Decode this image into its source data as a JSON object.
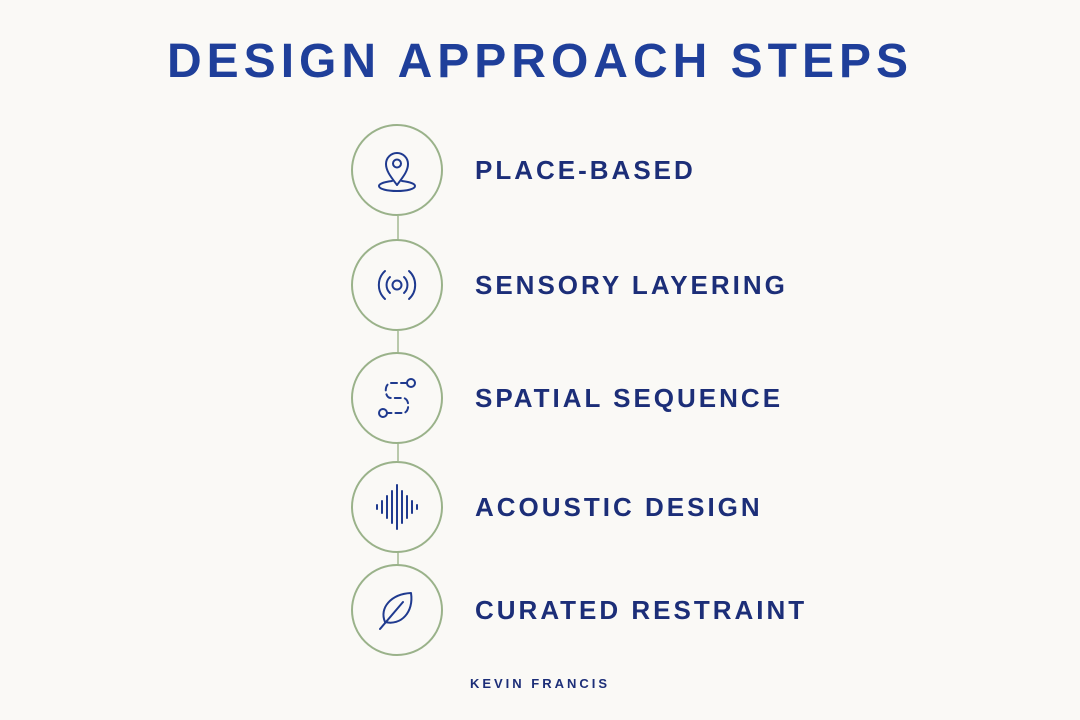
{
  "title": "DESIGN APPROACH STEPS",
  "steps": [
    {
      "label": "PLACE-BASED",
      "icon": "location-pin-icon"
    },
    {
      "label": "SENSORY LAYERING",
      "icon": "broadcast-waves-icon"
    },
    {
      "label": "SPATIAL SEQUENCE",
      "icon": "route-path-icon"
    },
    {
      "label": "ACOUSTIC DESIGN",
      "icon": "sound-wave-icon"
    },
    {
      "label": "CURATED RESTRAINT",
      "icon": "leaf-icon"
    }
  ],
  "footer": "KEVIN FRANCIS",
  "colors": {
    "title": "#1f3f9a",
    "label": "#1c2e78",
    "circle": "#9ab28a",
    "connector": "#b9c9ab",
    "icon": "#1f3a8f",
    "background": "#faf9f6"
  }
}
